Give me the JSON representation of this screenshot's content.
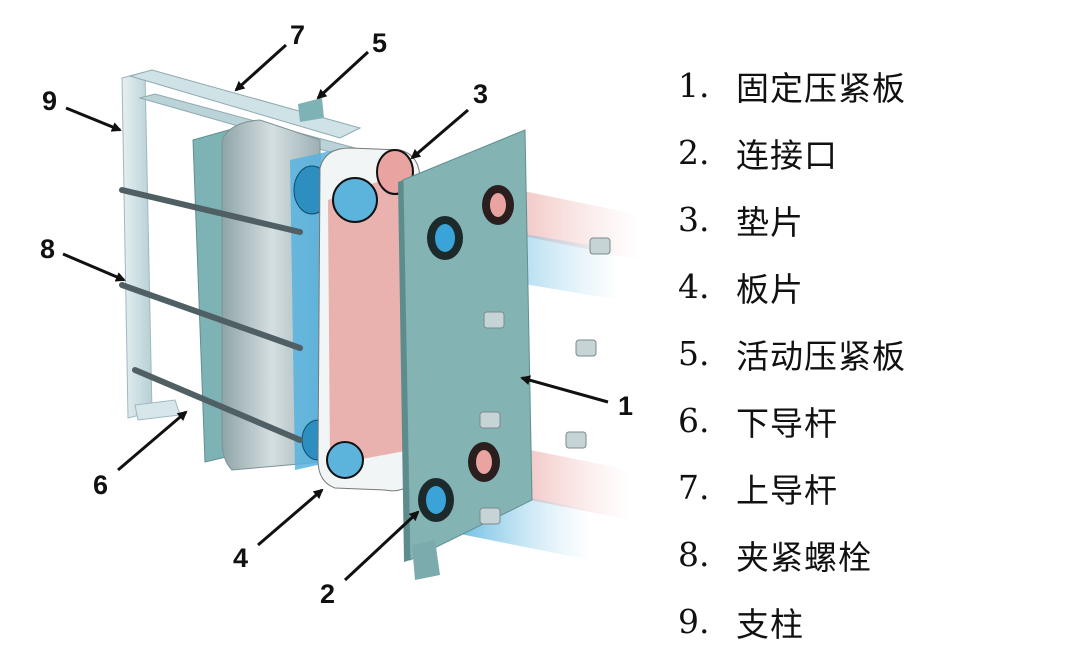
{
  "diagram": {
    "subject": "plate-heat-exchanger-exploded-view",
    "colors": {
      "frame_steel": "#c9dfe4",
      "plate_teal": "#7fb0b3",
      "hot_flow": "#e8a4a0",
      "cold_flow": "#5fb6dc",
      "plate_pack": "#b8c6c8",
      "arrow": "#111111"
    },
    "callouts": [
      {
        "num": "1",
        "target": "fixed-pressure-plate"
      },
      {
        "num": "2",
        "target": "connection-port"
      },
      {
        "num": "3",
        "target": "gasket"
      },
      {
        "num": "4",
        "target": "plate"
      },
      {
        "num": "5",
        "target": "movable-pressure-plate"
      },
      {
        "num": "6",
        "target": "lower-guide-bar"
      },
      {
        "num": "7",
        "target": "upper-guide-bar"
      },
      {
        "num": "8",
        "target": "tightening-bolt"
      },
      {
        "num": "9",
        "target": "support-column"
      }
    ]
  },
  "legend": {
    "items": [
      {
        "num": "1.",
        "label": "固定压紧板"
      },
      {
        "num": "2.",
        "label": "连接口"
      },
      {
        "num": "3.",
        "label": "垫片"
      },
      {
        "num": "4.",
        "label": "板片"
      },
      {
        "num": "5.",
        "label": "活动压紧板"
      },
      {
        "num": "6.",
        "label": "下导杆"
      },
      {
        "num": "7.",
        "label": "上导杆"
      },
      {
        "num": "8.",
        "label": "夹紧螺栓"
      },
      {
        "num": "9.",
        "label": "支柱"
      }
    ]
  }
}
